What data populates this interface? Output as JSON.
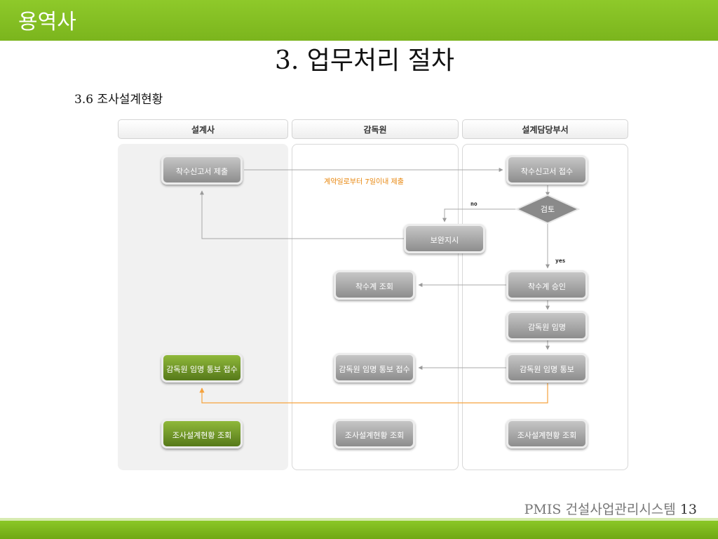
{
  "header": {
    "org_label": "용역사"
  },
  "page": {
    "title": "3. 업무처리 절차",
    "subtitle": "3.6 조사설계현황",
    "footer_text": "PMIS 건설사업관리시스템",
    "page_number": "13"
  },
  "lanes": [
    "설계사",
    "감독원",
    "설계담당부서"
  ],
  "nodes": {
    "submit_start": "착수신고서 제출",
    "receive_start": "착수신고서 접수",
    "review": "검토",
    "supplement": "보완지시",
    "view_start_plan": "착수계 조회",
    "approve_start_plan": "착수계 승인",
    "appoint_supervisor": "감독원 임명",
    "notice_receive_contractor": "감독원 임명 통보 접수",
    "notice_receive_supervisor": "감독원 임명 통보 접수",
    "notice_send": "감독원 임명 통보",
    "status_view_contractor": "조사설계현황 조회",
    "status_view_supervisor": "조사설계현황 조회",
    "status_view_dept": "조사설계현황 조회"
  },
  "edge_labels": {
    "deadline": "계약일로부터 7일이내 제출",
    "no": "no",
    "yes": "yes"
  },
  "colors": {
    "header_green": "#7bb51d",
    "accent_orange": "#f5a23d",
    "deadline_text": "#e8860c",
    "node_gray": "#9a9a9a",
    "node_green": "#6a8f22"
  }
}
